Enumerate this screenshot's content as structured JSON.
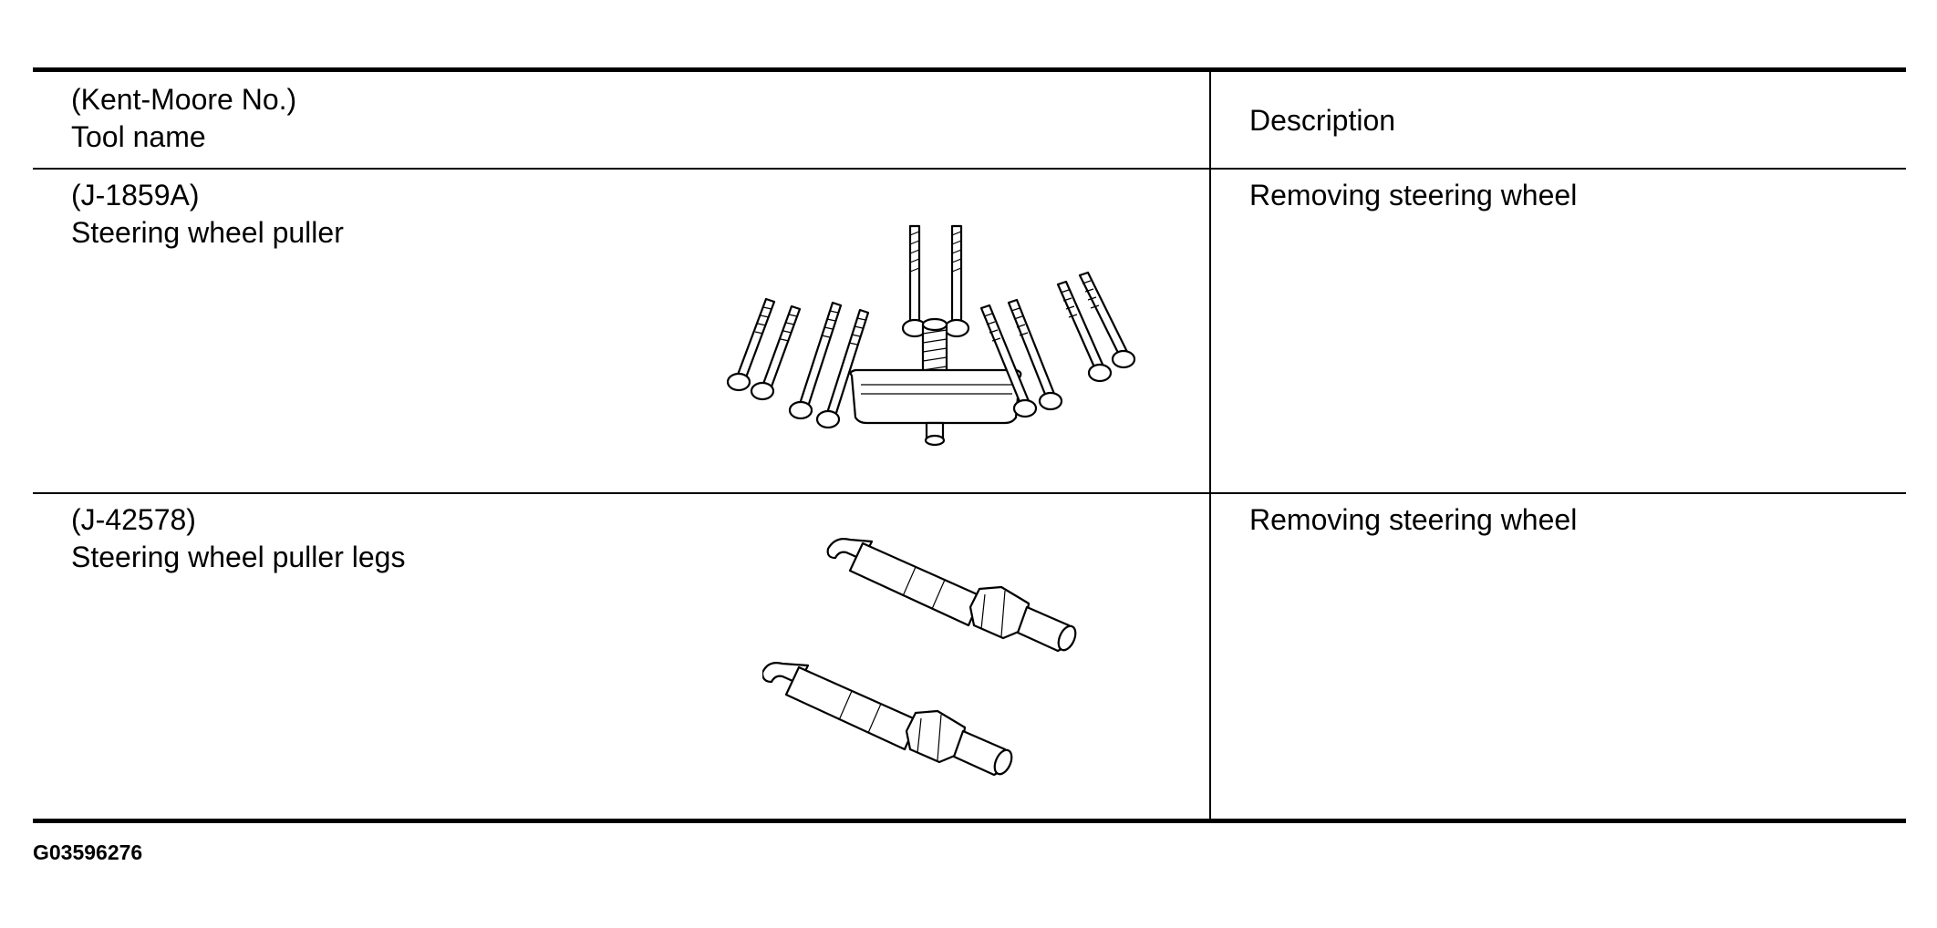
{
  "table": {
    "header": {
      "tool_line1": "(Kent-Moore No.)",
      "tool_line2": "Tool name",
      "description": "Description"
    },
    "rows": [
      {
        "number": "(J-1859A)",
        "name": "Steering wheel puller",
        "description": "Removing steering wheel",
        "illustration_icon": "steering-wheel-puller-icon"
      },
      {
        "number": "(J-42578)",
        "name": "Steering wheel puller legs",
        "description": "Removing steering wheel",
        "illustration_icon": "steering-wheel-puller-legs-icon"
      }
    ]
  },
  "figure_id": "G03596276"
}
